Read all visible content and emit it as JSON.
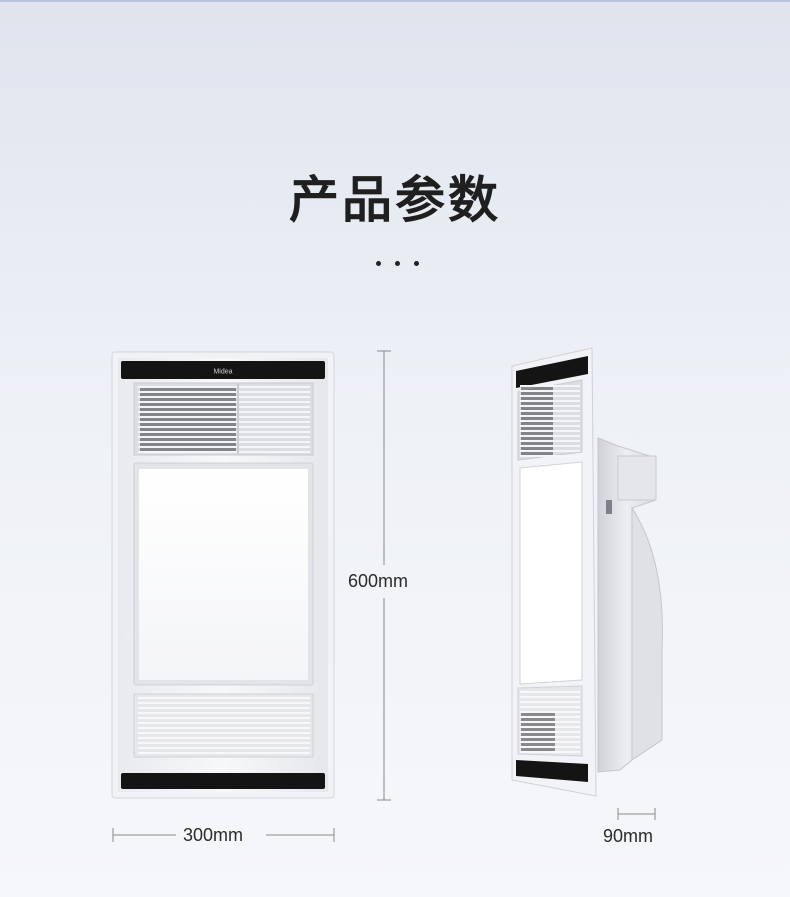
{
  "title": "产品参数",
  "dots": "...",
  "brand_logo_text": "Midea",
  "dimensions": {
    "height": "600mm",
    "width": "300mm",
    "depth": "90mm"
  },
  "colors": {
    "background_top": "#dfe4ee",
    "background_bottom": "#f6f7fa",
    "panel": "#f3f4f6",
    "trim": "#151515",
    "light": "#ffffff",
    "dimension_line": "#8a8a8a"
  }
}
